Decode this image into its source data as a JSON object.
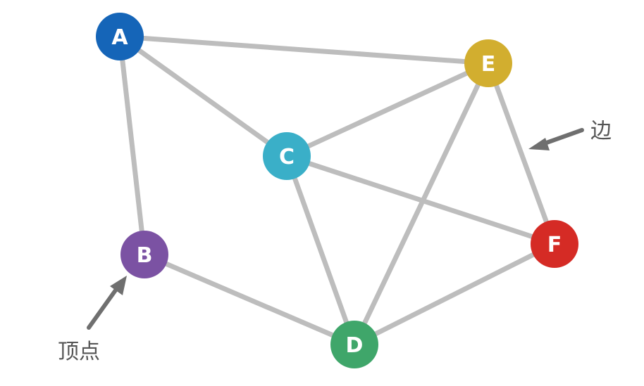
{
  "graph": {
    "nodes": [
      {
        "id": "A",
        "label": "A",
        "color": "#1565b8"
      },
      {
        "id": "B",
        "label": "B",
        "color": "#7b52a3"
      },
      {
        "id": "C",
        "label": "C",
        "color": "#3aafc8"
      },
      {
        "id": "D",
        "label": "D",
        "color": "#3fa66a"
      },
      {
        "id": "E",
        "label": "E",
        "color": "#d2ae2f"
      },
      {
        "id": "F",
        "label": "F",
        "color": "#d52b25"
      }
    ],
    "edges": [
      [
        "A",
        "E"
      ],
      [
        "A",
        "C"
      ],
      [
        "A",
        "B"
      ],
      [
        "C",
        "E"
      ],
      [
        "C",
        "F"
      ],
      [
        "C",
        "D"
      ],
      [
        "E",
        "D"
      ],
      [
        "E",
        "F"
      ],
      [
        "B",
        "D"
      ],
      [
        "D",
        "F"
      ]
    ]
  },
  "annotations": {
    "vertex_label": "顶点",
    "edge_label": "边"
  }
}
